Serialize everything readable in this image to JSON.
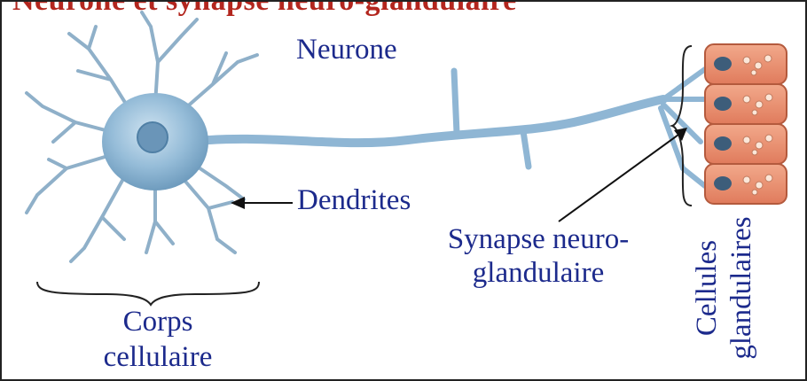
{
  "title": "Neurone et synapse neuro-glandulaire",
  "labels": {
    "neurone": "Neurone",
    "dendrites": "Dendrites",
    "synapse_line1": "Synapse neuro-",
    "synapse_line2": "glandulaire",
    "corps_line1": "Corps",
    "corps_line2": "cellulaire",
    "cellules_line1": "Cellules",
    "cellules_line2": "glandulaires"
  },
  "colors": {
    "title": "#b3261e",
    "label": "#1c2a8c",
    "neuron": "#8fb6d4",
    "gland": "#e8896a"
  }
}
